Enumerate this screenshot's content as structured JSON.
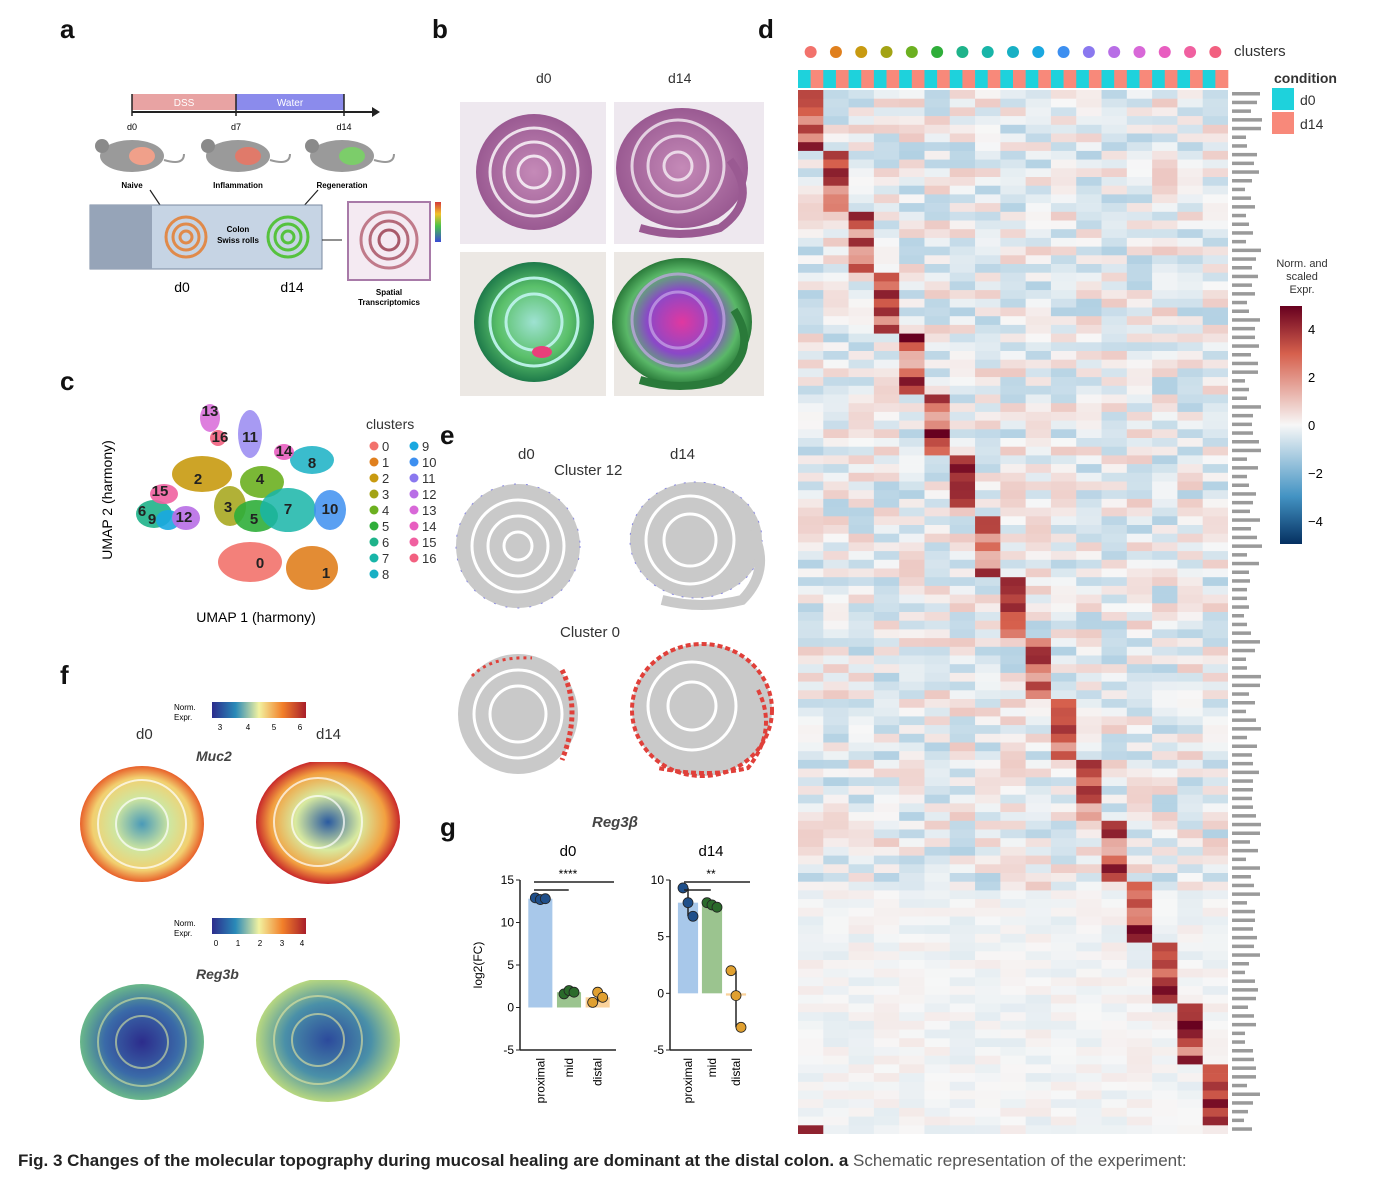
{
  "panels": {
    "a": "a",
    "b": "b",
    "c": "c",
    "d": "d",
    "e": "e",
    "f": "f",
    "g": "g"
  },
  "a": {
    "timeline": {
      "dss": "DSS",
      "water": "Water",
      "ticks": [
        "d0",
        "d7",
        "d14"
      ]
    },
    "mice": [
      "Naive",
      "Inflammation",
      "Regeneration"
    ],
    "tube_label": "Colon\nSwiss rolls",
    "tube_days": [
      "d0",
      "d14"
    ],
    "spatial": "Spatial\nTranscriptomics",
    "colors": {
      "dss": "#e8a3a3",
      "water": "#8b8bec",
      "naive": "#f0a08a",
      "inflam": "#e07a6a",
      "regen": "#7ccd6a"
    }
  },
  "b": {
    "cols": [
      "d0",
      "d14"
    ]
  },
  "c": {
    "xlabel": "UMAP 1 (harmony)",
    "ylabel": "UMAP 2 (harmony)",
    "legend_title": "clusters",
    "clusters": [
      {
        "id": "0",
        "color": "#f2726c"
      },
      {
        "id": "1",
        "color": "#e0801e"
      },
      {
        "id": "2",
        "color": "#c89a10"
      },
      {
        "id": "3",
        "color": "#a3a314"
      },
      {
        "id": "4",
        "color": "#6cb020"
      },
      {
        "id": "5",
        "color": "#2fae3a"
      },
      {
        "id": "6",
        "color": "#1eb38a"
      },
      {
        "id": "7",
        "color": "#18b5a8"
      },
      {
        "id": "8",
        "color": "#18b0c4"
      },
      {
        "id": "9",
        "color": "#1aa8e0"
      },
      {
        "id": "10",
        "color": "#3d8ff0"
      },
      {
        "id": "11",
        "color": "#8a78ef"
      },
      {
        "id": "12",
        "color": "#b86ee6"
      },
      {
        "id": "13",
        "color": "#d868d8"
      },
      {
        "id": "14",
        "color": "#e85ec0"
      },
      {
        "id": "15",
        "color": "#f060a0"
      },
      {
        "id": "16",
        "color": "#f26080"
      }
    ],
    "labels": [
      {
        "t": "13"
      },
      {
        "t": "16"
      },
      {
        "t": "11"
      },
      {
        "t": "14"
      },
      {
        "t": "8"
      },
      {
        "t": "2"
      },
      {
        "t": "4"
      },
      {
        "t": "15"
      },
      {
        "t": "3"
      },
      {
        "t": "7"
      },
      {
        "t": "10"
      },
      {
        "t": "6"
      },
      {
        "t": "9"
      },
      {
        "t": "12"
      },
      {
        "t": "5"
      },
      {
        "t": "0"
      },
      {
        "t": "1"
      }
    ]
  },
  "d": {
    "top_label": "clusters",
    "condition_title": "condition",
    "conditions": [
      {
        "name": "d0",
        "color": "#1ed2dc"
      },
      {
        "name": "d14",
        "color": "#f8897a"
      }
    ],
    "colorbar": {
      "title": "Norm. and\nscaled\nExpr.",
      "ticks": [
        "4",
        "2",
        "0",
        "−2",
        "−4"
      ]
    }
  },
  "e": {
    "cols": [
      "d0",
      "d14"
    ],
    "row1": "Cluster 12",
    "row2": "Cluster 0"
  },
  "f": {
    "cols": [
      "d0",
      "d14"
    ],
    "gene1": "Muc2",
    "gene2": "Reg3b",
    "cbar_label": "Norm.\nExpr.",
    "cbar1_ticks": [
      "3",
      "4",
      "5",
      "6"
    ],
    "cbar2_ticks": [
      "0",
      "1",
      "2",
      "3",
      "4"
    ]
  },
  "g": {
    "title": "Reg3β",
    "ylabel": "log2(FC)",
    "sig_d0": "****",
    "sig_d14": "**"
  },
  "chart_data": [
    {
      "type": "bar",
      "title": "d0",
      "ylabel": "log2(FC)",
      "ylim": [
        -5,
        15
      ],
      "yticks": [
        "15",
        "10",
        "5",
        "0",
        "-5"
      ],
      "categories": [
        "proximal",
        "mid",
        "distal"
      ],
      "values": [
        12.8,
        1.8,
        1.2
      ],
      "points": [
        [
          12.9,
          12.7,
          12.8
        ],
        [
          1.6,
          2.0,
          1.8
        ],
        [
          0.6,
          1.8,
          1.2
        ]
      ],
      "colors": [
        "#a8c8ea",
        "#9bc48f",
        "#fad29b"
      ]
    },
    {
      "type": "bar",
      "title": "d14",
      "ylabel": "log2(FC)",
      "ylim": [
        -5,
        10
      ],
      "yticks": [
        "10",
        "5",
        "0",
        "-5"
      ],
      "categories": [
        "proximal",
        "mid",
        "distal"
      ],
      "values": [
        8.0,
        7.8,
        -0.2
      ],
      "points": [
        [
          9.3,
          8.0,
          6.8
        ],
        [
          8.0,
          7.8,
          7.6
        ],
        [
          2.0,
          -0.2,
          -3.0
        ]
      ],
      "colors": [
        "#a8c8ea",
        "#9bc48f",
        "#fad29b"
      ]
    }
  ],
  "caption": {
    "bold": "Fig. 3 Changes of the molecular topography during mucosal healing are dominant at the distal colon. a",
    "rest": " Schematic representation of the experiment:"
  }
}
